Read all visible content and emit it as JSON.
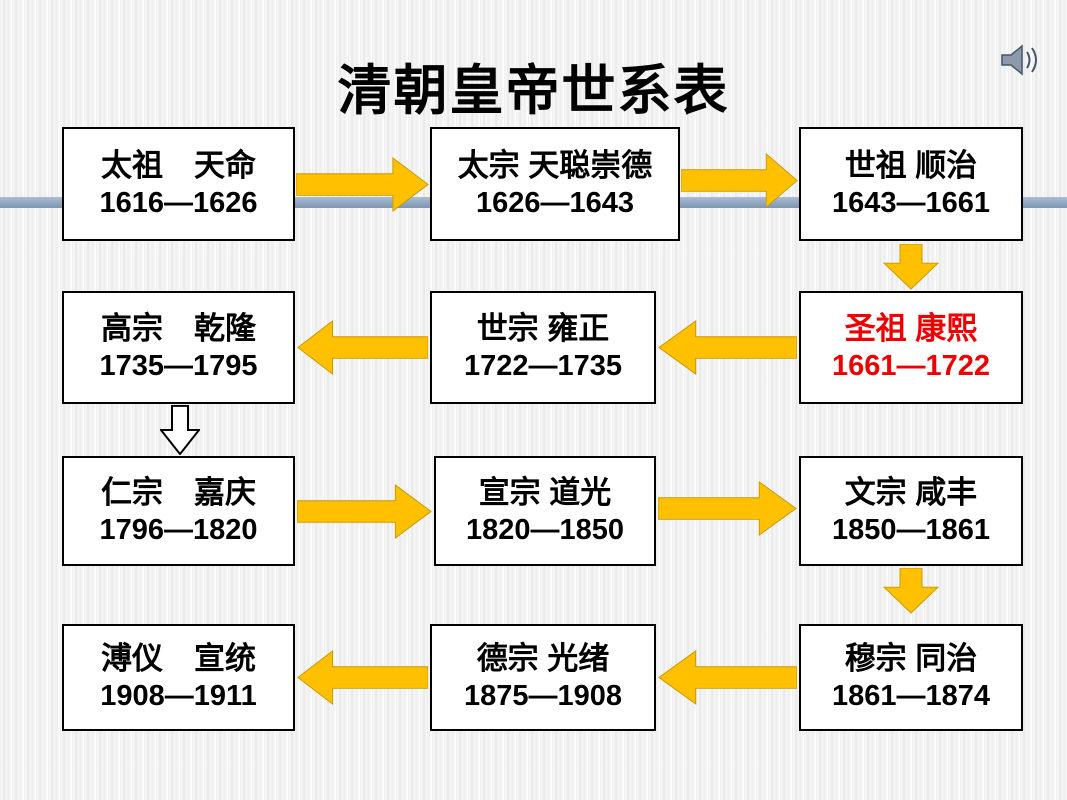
{
  "slide": {
    "title": "清朝皇帝世系表"
  },
  "colors": {
    "arrow_yellow": "#FFC000",
    "highlight_red": "#EE0000",
    "divider_blue": "#91A7C0",
    "box_border": "#000000"
  },
  "boxes": [
    {
      "name": "太祖　天命",
      "years": "1616—1626"
    },
    {
      "name": "太宗 天聪崇德",
      "years": "1626—1643"
    },
    {
      "name": "世祖 顺治",
      "years": "1643—1661"
    },
    {
      "name": "圣祖 康熙",
      "years": "1661—1722"
    },
    {
      "name": "世宗 雍正",
      "years": "1722—1735"
    },
    {
      "name": "高宗　乾隆",
      "years": "1735—1795"
    },
    {
      "name": "仁宗　嘉庆",
      "years": "1796—1820"
    },
    {
      "name": "宣宗 道光",
      "years": "1820—1850"
    },
    {
      "name": "文宗 咸丰",
      "years": "1850—1861"
    },
    {
      "name": "穆宗 同治",
      "years": "1861—1874"
    },
    {
      "name": "德宗 光绪",
      "years": "1875—1908"
    },
    {
      "name": "溥仪　宣统",
      "years": "1908—1911"
    }
  ],
  "icons": {
    "speaker": "speaker-sound-icon"
  }
}
